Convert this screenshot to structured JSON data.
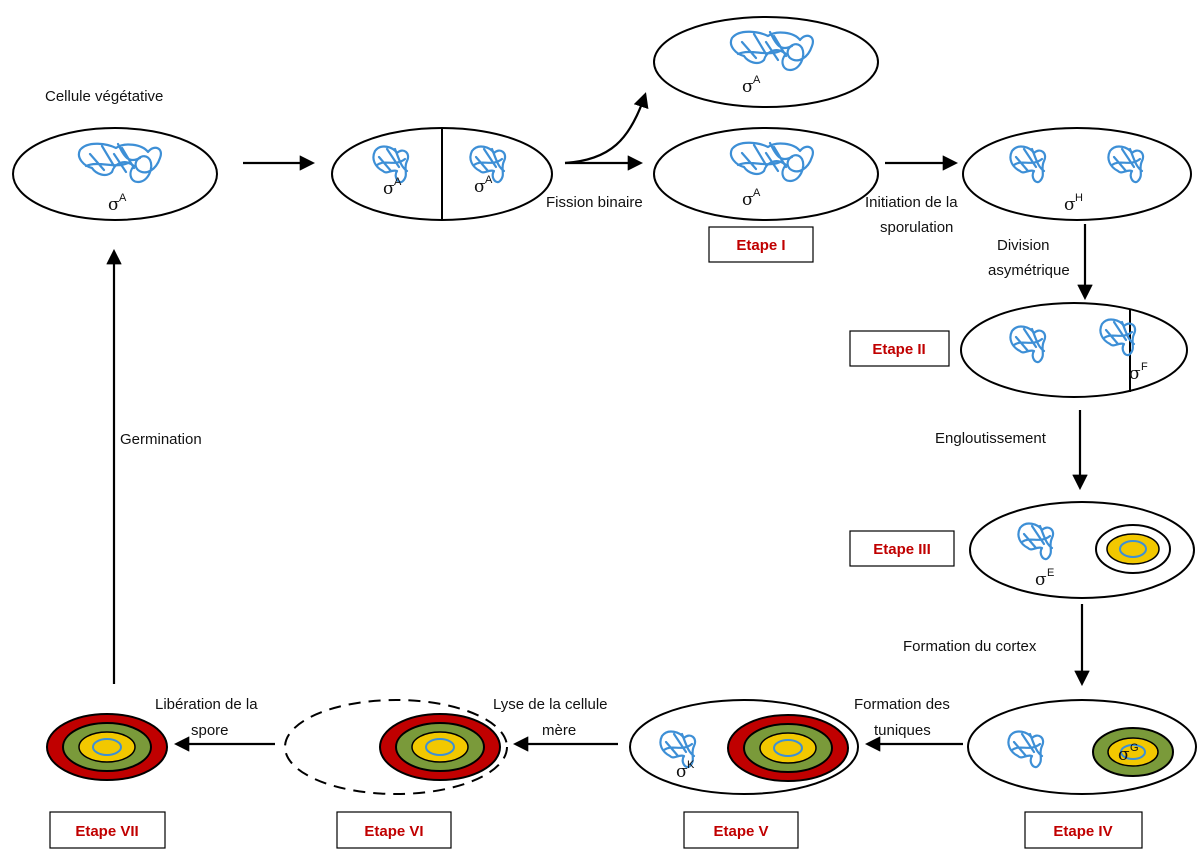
{
  "colors": {
    "dna": "#3d8fd6",
    "stage_label": "#c00000",
    "coat_red": "#c00000",
    "cortex_green": "#7a9a3a",
    "core_yellow": "#f2c800",
    "cell_outline": "#000000"
  },
  "labels": {
    "vegetative_cell": "Cellule végétative",
    "binary_fission": "Fission binaire",
    "sporulation_line1": "Initiation de la",
    "sporulation_line2": "sporulation",
    "asym_line1": "Division",
    "asym_line2": "asymétrique",
    "engulfment": "Engloutissement",
    "cortex": "Formation du cortex",
    "coats_line1": "Formation des",
    "coats_line2": "tuniques",
    "lysis_line1": "Lyse de la cellule",
    "lysis_line2": "mère",
    "release_line1": "Libération de la",
    "release_line2": "spore",
    "germination": "Germination"
  },
  "sigma": {
    "symbol": "σ",
    "A": "A",
    "H": "H",
    "F": "F",
    "E": "E",
    "G": "G",
    "K": "K"
  },
  "stages": {
    "I": "Etape I",
    "II": "Etape II",
    "III": "Etape III",
    "IV": "Etape IV",
    "V": "Etape V",
    "VI": "Etape VI",
    "VII": "Etape VII"
  }
}
